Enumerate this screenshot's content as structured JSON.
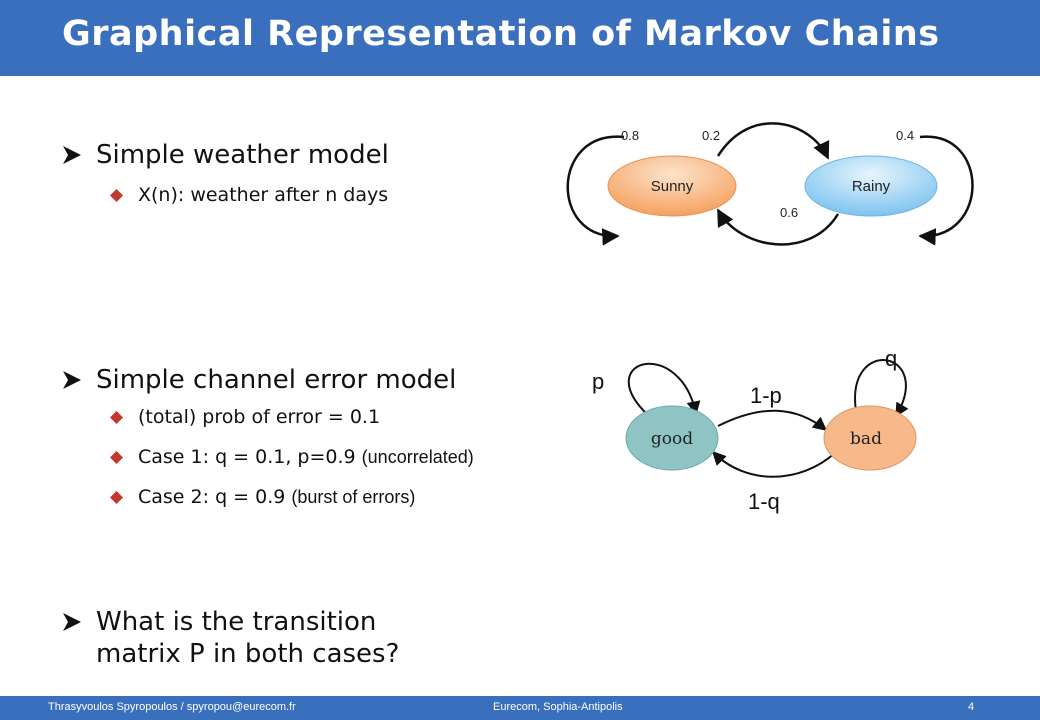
{
  "title": "Graphical Representation of Markov Chains",
  "section1": {
    "heading": "Simple weather model",
    "sub": "X(n): weather after n days"
  },
  "weather_diagram": {
    "states": {
      "sunny": "Sunny",
      "rainy": "Rainy"
    },
    "labels": {
      "sunny_self": "0.8",
      "sunny_to_rainy": "0.2",
      "rainy_self": "0.4",
      "rainy_to_sunny": "0.6"
    },
    "colors": {
      "sunny": "#f5a15f",
      "rainy": "#7dc3ef"
    }
  },
  "section2": {
    "heading": "Simple channel error model",
    "items": [
      {
        "text": "(total) prob of error = 0.1",
        "note": ""
      },
      {
        "text": "Case 1: q = 0.1, p=0.9 ",
        "note": "(uncorrelated)"
      },
      {
        "text": "Case 2: q = 0.9 ",
        "note": " (burst of errors)"
      }
    ]
  },
  "channel_diagram": {
    "states": {
      "good": "good",
      "bad": "bad"
    },
    "labels": {
      "good_self": "p",
      "bad_self": "q",
      "good_to_bad": "1-p",
      "bad_to_good": "1-q"
    },
    "colors": {
      "good": "#8ec5c4",
      "bad": "#f7b98a"
    }
  },
  "section3": {
    "line1": "What is the transition",
    "line2": "matrix P in both cases?"
  },
  "footer": {
    "author": "Thrasyvoulos Spyropoulos / spyropou@eurecom.fr",
    "center": "Eurecom, Sophia-Antipolis",
    "page": "4"
  },
  "accent_color": "#3a6fbd"
}
